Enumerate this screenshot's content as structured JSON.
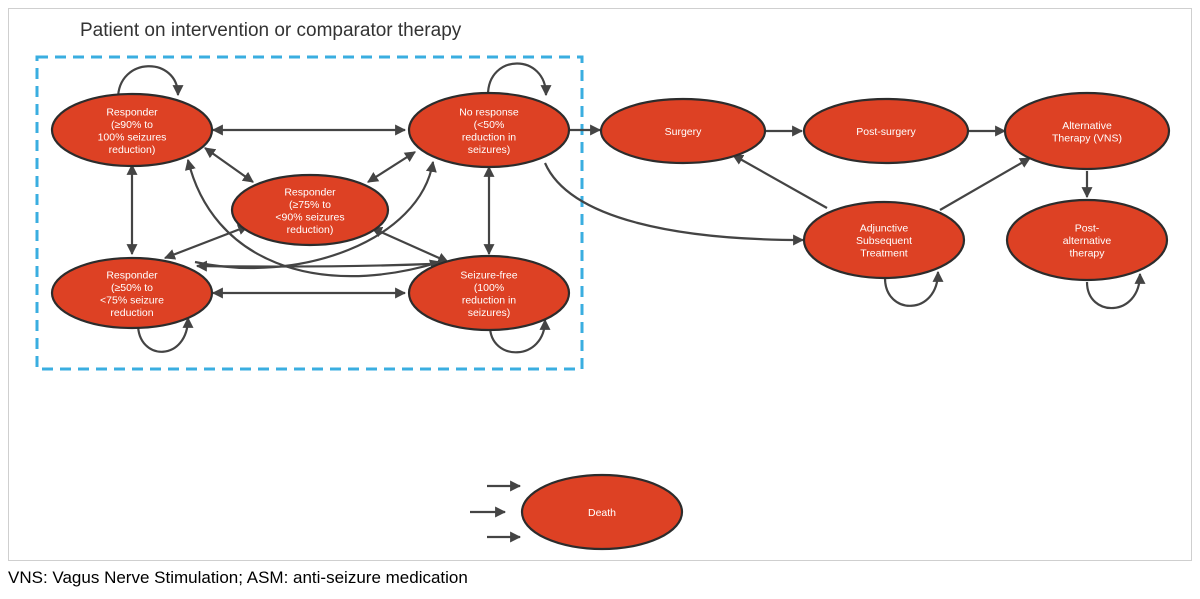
{
  "group": {
    "title": "Patient on intervention or comparator therapy",
    "border_color": "#3aaee0"
  },
  "node_color": "#dd4124",
  "nodes": [
    {
      "id": "responder-90-100",
      "lines": [
        "Responder",
        "(≥90% to",
        "100% seizures",
        "reduction)"
      ]
    },
    {
      "id": "no-response",
      "lines": [
        "No response",
        "(<50%",
        "reduction in",
        "seizures)"
      ]
    },
    {
      "id": "responder-75-90",
      "lines": [
        "Responder",
        "(≥75% to",
        "<90% seizures",
        "reduction)"
      ]
    },
    {
      "id": "responder-50-75",
      "lines": [
        "Responder",
        "(≥50% to",
        "<75% seizure",
        "reduction"
      ]
    },
    {
      "id": "seizure-free",
      "lines": [
        "Seizure-free",
        "(100%",
        "reduction in",
        "seizures)"
      ]
    },
    {
      "id": "surgery",
      "lines": [
        "Surgery"
      ]
    },
    {
      "id": "post-surgery",
      "lines": [
        "Post-surgery"
      ]
    },
    {
      "id": "alternative-therapy",
      "lines": [
        "Alternative",
        "Therapy (VNS)"
      ]
    },
    {
      "id": "adjunctive-treatment",
      "lines": [
        "Adjunctive",
        "Subsequent",
        "Treatment"
      ]
    },
    {
      "id": "post-alternative",
      "lines": [
        "Post-",
        "alternative",
        "therapy"
      ]
    },
    {
      "id": "death",
      "lines": [
        "Death"
      ]
    }
  ],
  "caption": "VNS: Vagus Nerve Stimulation; ASM: anti-seizure medication"
}
